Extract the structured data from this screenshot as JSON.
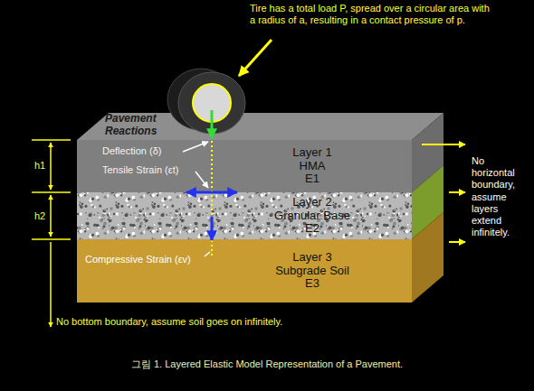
{
  "diagram": {
    "caption": "그림 1. Layered Elastic Model Representation of a Pavement.",
    "nodes": [
      {
        "text": [
          "Layer 1",
          "HMA",
          "E1"
        ]
      },
      {
        "text": [
          "Layer 2",
          "Granular Base",
          "E2"
        ]
      },
      {
        "text": [
          "Layer 3",
          "Subgrade Soil",
          "E3"
        ]
      }
    ],
    "labels": [
      "Tire has a total load P, spread over a circular area with a radius of a, resulting in a contact pressure of p.",
      "Pavement Reactions",
      "Deflection (δ)",
      "Tensile Strain (εt)",
      "Compressive Strain (εv)",
      "h1",
      "h2",
      "No horizontal boundary, assume layers extend infinitely.",
      "No bottom boundary, assume soil goes on infinitely."
    ]
  }
}
